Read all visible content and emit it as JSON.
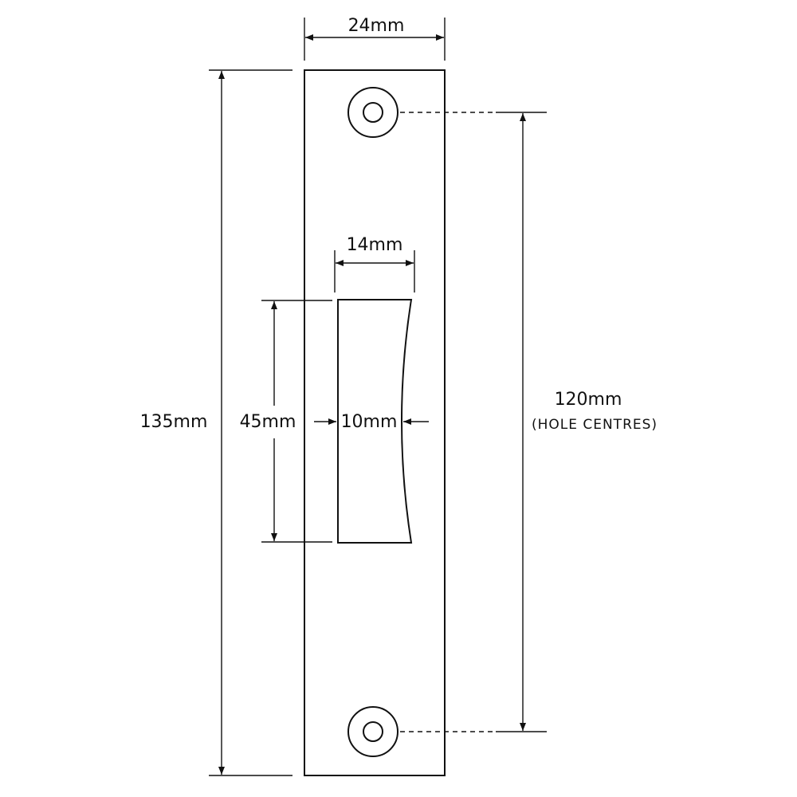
{
  "dimensions": {
    "width": "24mm",
    "height": "135mm",
    "hole_centres": "120mm",
    "hole_centres_note": "(HOLE CENTRES)",
    "slot_width": "14mm",
    "slot_height": "45mm",
    "slot_inner_width": "10mm"
  },
  "colors": {
    "line": "#111111",
    "background": "#ffffff"
  }
}
